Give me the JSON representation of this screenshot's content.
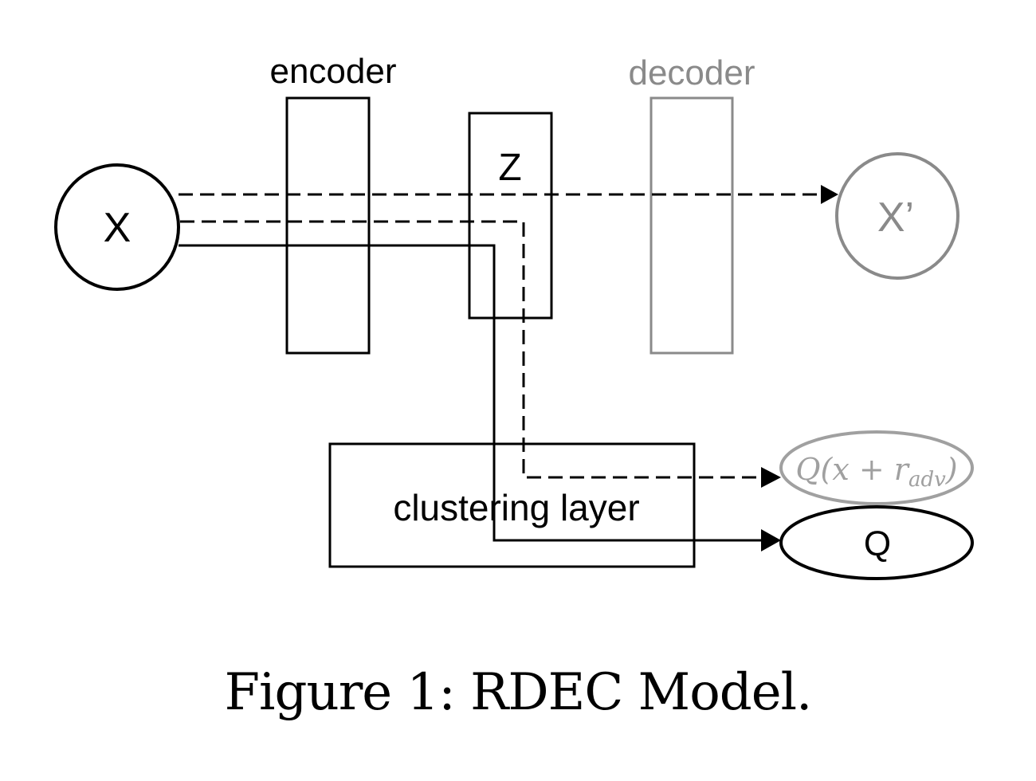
{
  "diagram": {
    "title": "RDEC Model",
    "nodes": {
      "input": {
        "label": "X",
        "shape": "circle",
        "color": "#000000"
      },
      "encoder": {
        "label": "encoder",
        "shape": "rect",
        "color": "#000000"
      },
      "latent": {
        "label": "Z",
        "shape": "rect",
        "color": "#000000"
      },
      "decoder": {
        "label": "decoder",
        "shape": "rect",
        "color": "#8a8a8a"
      },
      "reconstruction": {
        "label": "X’",
        "shape": "circle",
        "color": "#8a8a8a"
      },
      "clustering": {
        "label": "clustering layer",
        "shape": "rect",
        "color": "#000000"
      },
      "adv_output": {
        "label_main": "Q(x + r",
        "label_sub": "adv",
        "label_close": ")",
        "shape": "ellipse",
        "color": "#a0a0a0"
      },
      "q_output": {
        "label": "Q",
        "shape": "ellipse",
        "color": "#000000"
      }
    },
    "edges": [
      {
        "from": "X",
        "to": "X’",
        "style": "dashed",
        "via": [
          "encoder",
          "Z",
          "decoder"
        ]
      },
      {
        "from": "X",
        "to": "Q(x + r_adv)",
        "style": "dashed",
        "via": [
          "encoder",
          "Z",
          "clustering layer"
        ]
      },
      {
        "from": "X",
        "to": "Q",
        "style": "solid",
        "via": [
          "encoder",
          "Z",
          "clustering layer"
        ]
      }
    ]
  },
  "caption": "Figure 1:  RDEC Model."
}
